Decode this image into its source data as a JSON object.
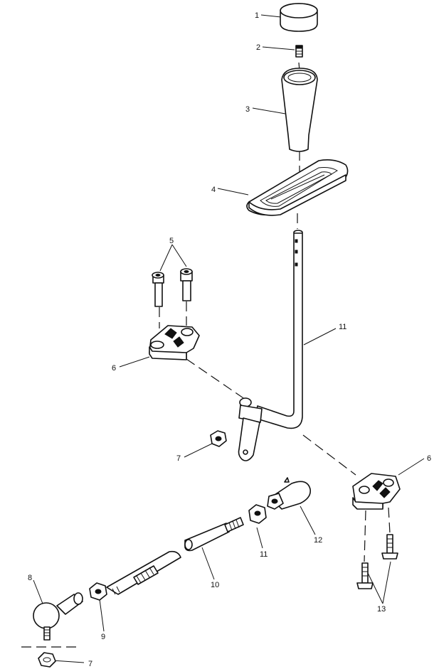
{
  "callouts": {
    "c1": "1",
    "c2": "2",
    "c3": "3",
    "c4": "4",
    "c5": "5",
    "c6_left": "6",
    "c6_right": "6",
    "c7_mid": "7",
    "c7_bottom": "7",
    "c8": "8",
    "c9": "9",
    "c10": "10",
    "c11_nut": "11",
    "c11_rod": "11",
    "c12": "12",
    "c13": "13"
  }
}
